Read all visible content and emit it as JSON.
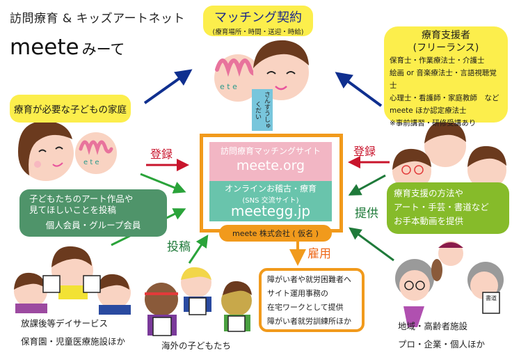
{
  "header": {
    "subtitle": "訪問療育 & キッズアートネット",
    "brand": "meete",
    "brand_kana": "みーて"
  },
  "matching": {
    "title": "マッチング契約",
    "detail": "(療育場所・時間・送迎・時給)"
  },
  "family": {
    "label": "療育が必要な子どもの家庭",
    "post_lines": [
      "子どもたちのアート作品や",
      "見てほしいことを投稿"
    ],
    "members": "個人会員・グループ会員"
  },
  "supporter": {
    "title": "療育支援者",
    "subtitle": "(フリーランス)",
    "lines": [
      "保育士・作業療法士・介護士",
      "絵画 or 音楽療法士・言語視聴覚士",
      "心理士・看護師・家庭教師　など",
      "meete ほか認定療法士",
      "※事前講習・研修受講あり"
    ],
    "offer_lines": [
      "療育支援の方法や",
      "アート・手芸・書道など",
      "お手本動画を提供"
    ]
  },
  "center": {
    "site1_label": "訪問療育マッチングサイト",
    "site1_url": "meete.org",
    "site2_label": "オンラインお稽古・療育",
    "site2_sub": "(SNS 交流サイト)",
    "site2_url": "meetegg.jp",
    "company": "meete 株式会社 ( 仮名 )"
  },
  "arrows": {
    "register_left": "登録",
    "register_right": "登録",
    "post": "投稿",
    "provide": "提供",
    "employ": "雇用"
  },
  "employ": {
    "lines": [
      "障がい者や就労困難者へ",
      "サイト運用事務の",
      "在宅ワークとして提供",
      "障がい者就労訓練所ほか"
    ]
  },
  "captions": {
    "afterschool": [
      "放課後等デイサービス",
      "保育園・児童医療施設ほか"
    ],
    "overseas": "海外の子どもたち",
    "community": [
      "地域・高齢者施設",
      "プロ・企業・個人ほか"
    ]
  },
  "illustration_text": {
    "homework_card": "さんすうしゅくだい",
    "calligraphy_sign": "書道"
  },
  "colors": {
    "yellow": "#fcee4c",
    "orange": "#f19a1c",
    "pink": "#f2b6c4",
    "teal": "#69c4ac",
    "dark_green": "#4f946a",
    "light_green": "#86bb2a",
    "arrow_blue": "#0f2f8f",
    "arrow_red": "#c8142c",
    "arrow_green": "#2aa33a",
    "arrow_dark_green": "#1f7a3a"
  }
}
